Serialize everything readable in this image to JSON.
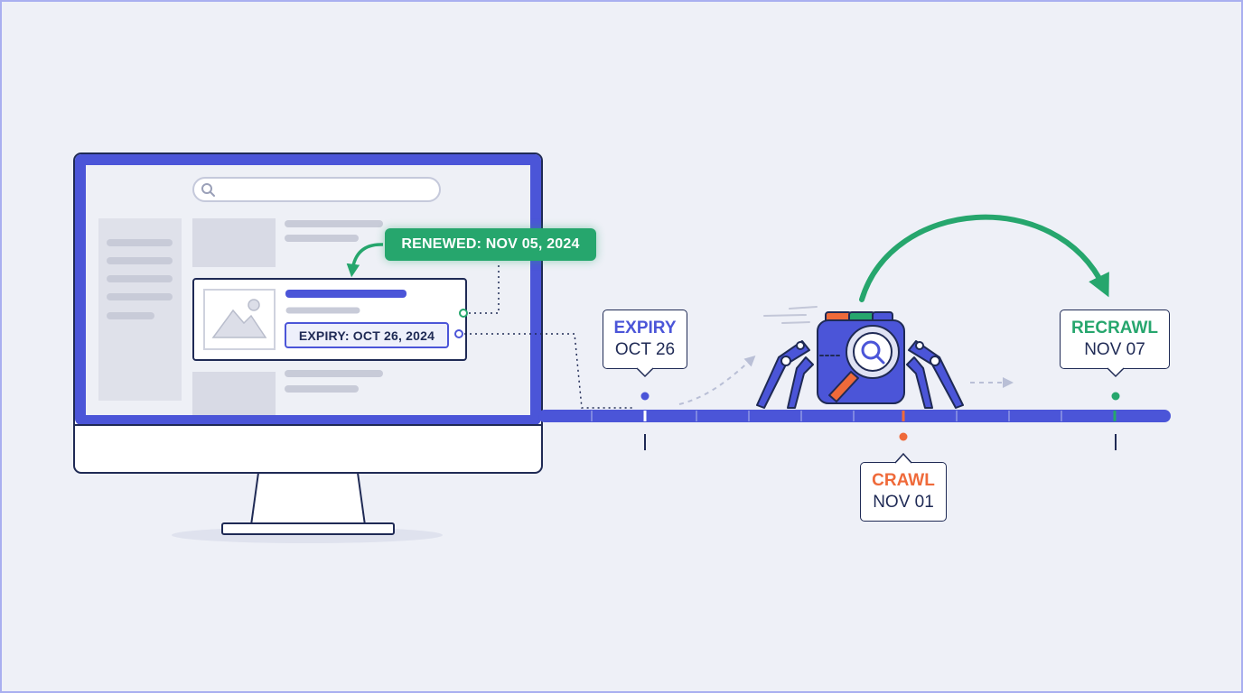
{
  "card": {
    "renewed_label": "RENEWED: NOV 05, 2024",
    "expiry_label": "EXPIRY: OCT 26, 2024"
  },
  "timeline": {
    "events": [
      {
        "key": "expiry",
        "title": "EXPIRY",
        "date": "OCT 26",
        "color": "#4b55d8"
      },
      {
        "key": "crawl",
        "title": "CRAWL",
        "date": "NOV 01",
        "color": "#ef6a3a"
      },
      {
        "key": "recrawl",
        "title": "RECRAWL",
        "date": "NOV 07",
        "color": "#26a66d"
      }
    ]
  },
  "colors": {
    "primary": "#4b55d8",
    "renewed": "#26a66d",
    "crawl": "#ef6a3a",
    "outline": "#1f2a55",
    "background": "#eef0f7"
  },
  "icons": [
    "search-icon",
    "image-placeholder-icon",
    "magnifier-icon",
    "crawler-robot-icon",
    "curved-arrow-icon"
  ]
}
